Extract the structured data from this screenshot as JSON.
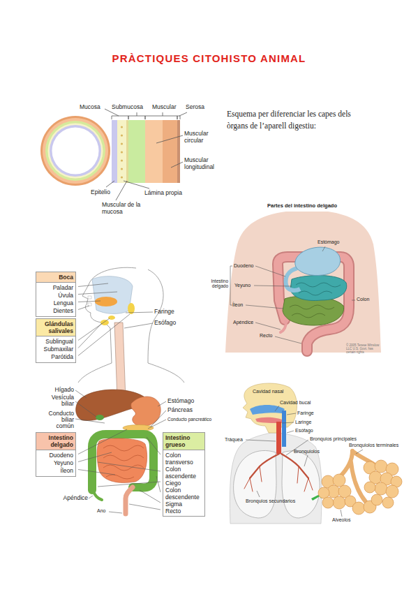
{
  "diagram": {
    "title": "PRÀCTIQUES CITOHISTO ANIMAL",
    "nodes": [
      {
        "text": [
          "Boca",
          "Paladar",
          "Úvula",
          "Lengua",
          "Dientes"
        ]
      },
      {
        "text": [
          "Glándulas salivales",
          "Sublingual",
          "Submaxilar",
          "Parótida"
        ]
      },
      {
        "text": [
          "Intestino delgado",
          "Duodeno",
          "Yeyuno",
          "Íleon"
        ]
      },
      {
        "text": [
          "Intestino grueso",
          "Colon transverso",
          "Colon ascendente",
          "Ciego",
          "Colon descendente",
          "Sigma",
          "Recto"
        ]
      }
    ],
    "labels": [
      "Mucosa",
      "Submucosa",
      "Muscular",
      "Serosa",
      "Muscular circular",
      "Muscular longitudinal",
      "Epitelio",
      "Lámina propia",
      "Muscular de la mucosa",
      "Esquema per diferenciar les capes dels òrgans de l’aparell digestiu:",
      "Partes del intestino delgado",
      "Estómago",
      "Intestino delgado",
      "Duodeno",
      "Yeyuno",
      "Íleon",
      "Colon",
      "Apéndice",
      "Recto",
      "© 2005 Terese Winslow LLC U.S. Govt. has certain rights",
      "Faringe",
      "Esófago",
      "Hígado",
      "Vesícula biliar",
      "Conducto biliar común",
      "Estómago",
      "Páncreas",
      "Conducto pancreático",
      "Apéndice",
      "Ano",
      "Cavidad nasal",
      "Cavidad bucal",
      "Faringe",
      "Laringe",
      "Esófago",
      "Bronquios principales",
      "Tráquea",
      "Bronquiolos",
      "Bronquiolos terminales",
      "Bronquios secundarios",
      "Alveolos"
    ]
  }
}
